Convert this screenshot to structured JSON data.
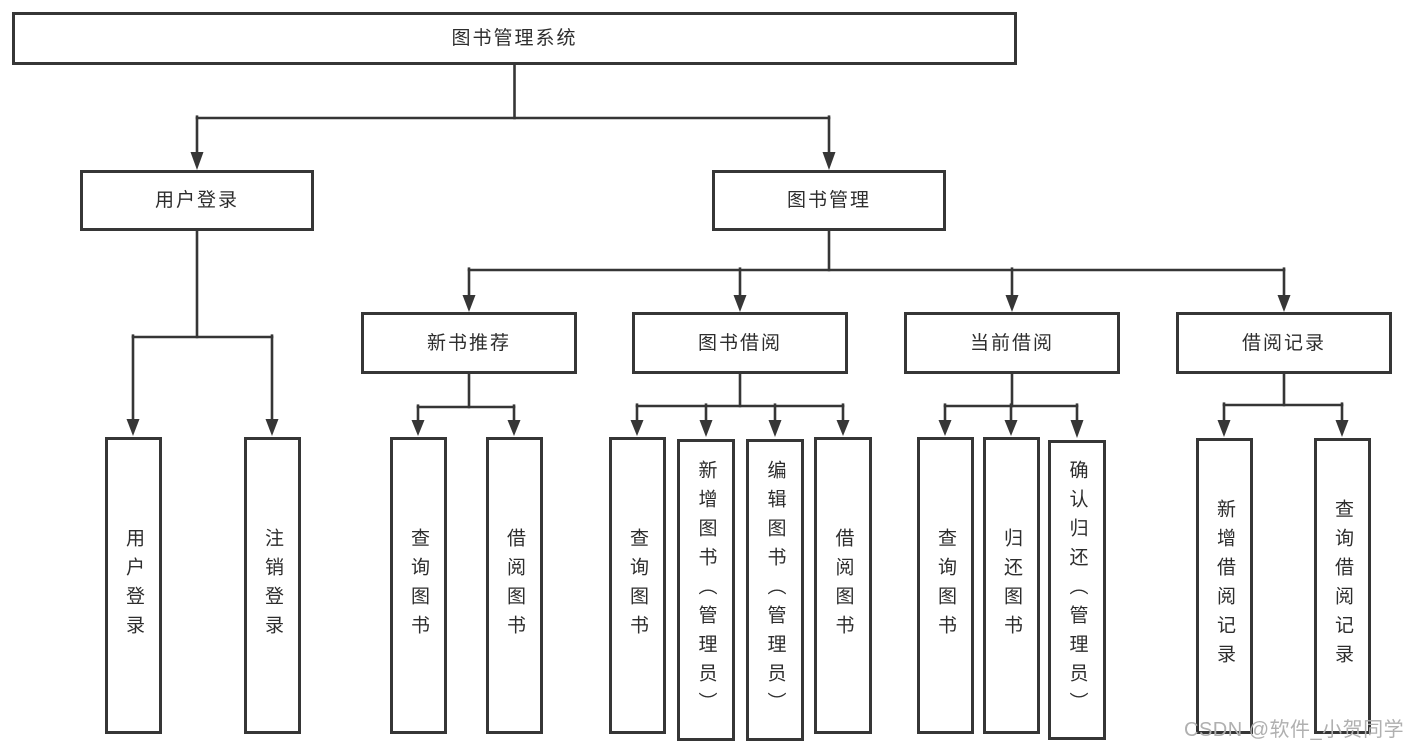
{
  "colors": {
    "box_border": "#363636",
    "connector_line": "#363636",
    "text": "#2d2d2d",
    "background": "#ffffff",
    "watermark": "#b0b0b0"
  },
  "watermark": {
    "text": "CSDN @软件_小贺同学"
  },
  "tree": {
    "root": {
      "label": "图书管理系统",
      "children": [
        {
          "label": "用户登录",
          "children": [
            {
              "label": "用户登录"
            },
            {
              "label": "注销登录"
            }
          ]
        },
        {
          "label": "图书管理",
          "children": [
            {
              "label": "新书推荐",
              "children": [
                {
                  "label": "查询图书"
                },
                {
                  "label": "借阅图书"
                }
              ]
            },
            {
              "label": "图书借阅",
              "children": [
                {
                  "label": "查询图书"
                },
                {
                  "label": "新增图书（管理员）"
                },
                {
                  "label": "编辑图书（管理员）"
                },
                {
                  "label": "借阅图书"
                }
              ]
            },
            {
              "label": "当前借阅",
              "children": [
                {
                  "label": "查询图书"
                },
                {
                  "label": "归还图书"
                },
                {
                  "label": "确认归还（管理员）"
                }
              ]
            },
            {
              "label": "借阅记录",
              "children": [
                {
                  "label": "新增借阅记录"
                },
                {
                  "label": "查询借阅记录"
                }
              ]
            }
          ]
        }
      ]
    }
  }
}
